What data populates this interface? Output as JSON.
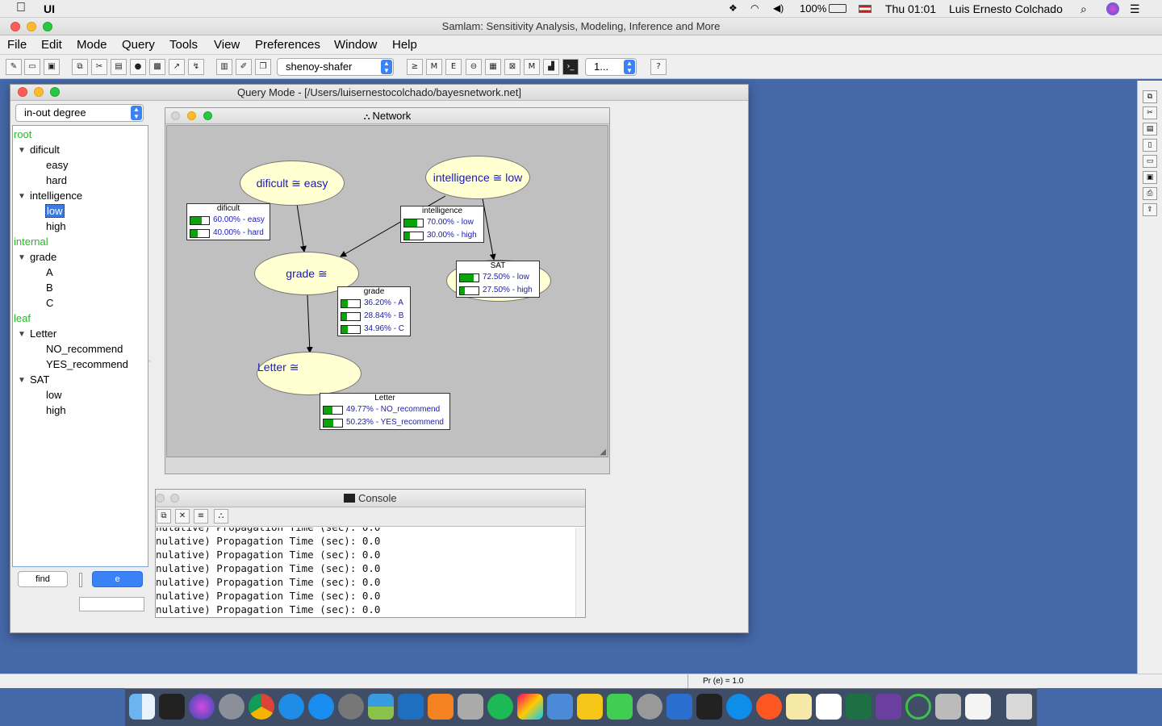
{
  "menubar": {
    "app": "UI",
    "battery": "100%",
    "clock": "Thu 01:01",
    "user": "Luis Ernesto Colchado"
  },
  "app": {
    "title": "Samlam: Sensitivity Analysis, Modeling, Inference and More",
    "menus": [
      "File",
      "Edit",
      "Mode",
      "Query",
      "Tools",
      "View",
      "Preferences",
      "Window",
      "Help"
    ],
    "algorithm": "shenoy-shafer",
    "thread_combo": "1..."
  },
  "query_window": {
    "title": "Query Mode - [/Users/luisernestocolchado/bayesnetwork.net]",
    "sort_combo": "in-out degree",
    "find_label": "find",
    "e_label": "e",
    "tree": {
      "root_label": "root",
      "internal_label": "internal",
      "leaf_label": "leaf",
      "dificult": {
        "name": "dificult",
        "states": [
          "easy",
          "hard"
        ]
      },
      "intelligence": {
        "name": "intelligence",
        "states": [
          "low",
          "high"
        ]
      },
      "grade": {
        "name": "grade",
        "states": [
          "A",
          "B",
          "C"
        ]
      },
      "letter": {
        "name": "Letter",
        "states": [
          "NO_recommend",
          "YES_recommend"
        ]
      },
      "sat": {
        "name": "SAT",
        "states": [
          "low",
          "high"
        ]
      }
    }
  },
  "network": {
    "title": "Network",
    "nodes": {
      "dificult": {
        "label": "dificult ≅ easy",
        "table_title": "dificult",
        "rows": [
          {
            "text": "60.00% - easy",
            "p": 0.6
          },
          {
            "text": "40.00% - hard",
            "p": 0.4
          }
        ]
      },
      "intelligence": {
        "label": "intelligence ≅ low",
        "table_title": "intelligence",
        "rows": [
          {
            "text": "70.00% - low",
            "p": 0.7
          },
          {
            "text": "30.00% - high",
            "p": 0.3
          }
        ]
      },
      "grade": {
        "label": "grade ≅",
        "table_title": "grade",
        "rows": [
          {
            "text": "36.20% - A",
            "p": 0.362
          },
          {
            "text": "28.84% - B",
            "p": 0.2884
          },
          {
            "text": "34.96% - C",
            "p": 0.3496
          }
        ]
      },
      "sat": {
        "table_title": "SAT",
        "rows": [
          {
            "text": "72.50% - low",
            "p": 0.725
          },
          {
            "text": "27.50% - high",
            "p": 0.275
          }
        ]
      },
      "letter": {
        "label": "Letter ≅",
        "table_title": "Letter",
        "rows": [
          {
            "text": "49.77% - NO_recommend",
            "p": 0.4977
          },
          {
            "text": "50.23% - YES_recommend",
            "p": 0.5023
          }
        ]
      }
    }
  },
  "console": {
    "title": "Console",
    "lines": [
      "nulative) Propagation Time (sec): 0.0",
      "nulative) Propagation Time (sec): 0.0",
      "nulative) Propagation Time (sec): 0.0",
      "nulative) Propagation Time (sec): 0.0",
      "nulative) Propagation Time (sec): 0.0",
      "nulative) Propagation Time (sec): 0.0"
    ]
  },
  "status": {
    "pr_e": "Pr (e) = 1.0"
  },
  "colors": {
    "desktop": "#4468a8",
    "node_fill": "#ffffd2",
    "bar_fill": "#0aa40a",
    "group_label": "#2fb32f",
    "selection": "#3d7ae0"
  }
}
